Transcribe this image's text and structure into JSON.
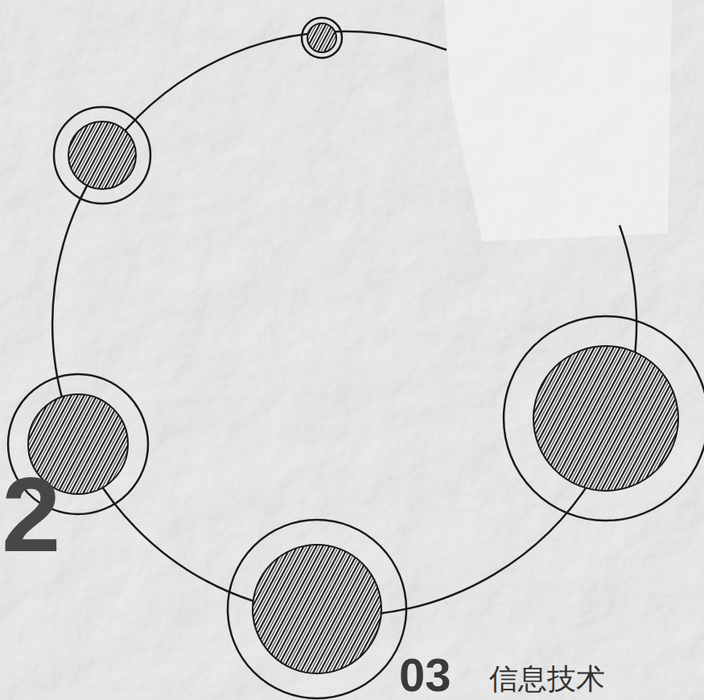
{
  "diagram": {
    "labels": [
      "2",
      "03",
      "信息技术"
    ]
  }
}
